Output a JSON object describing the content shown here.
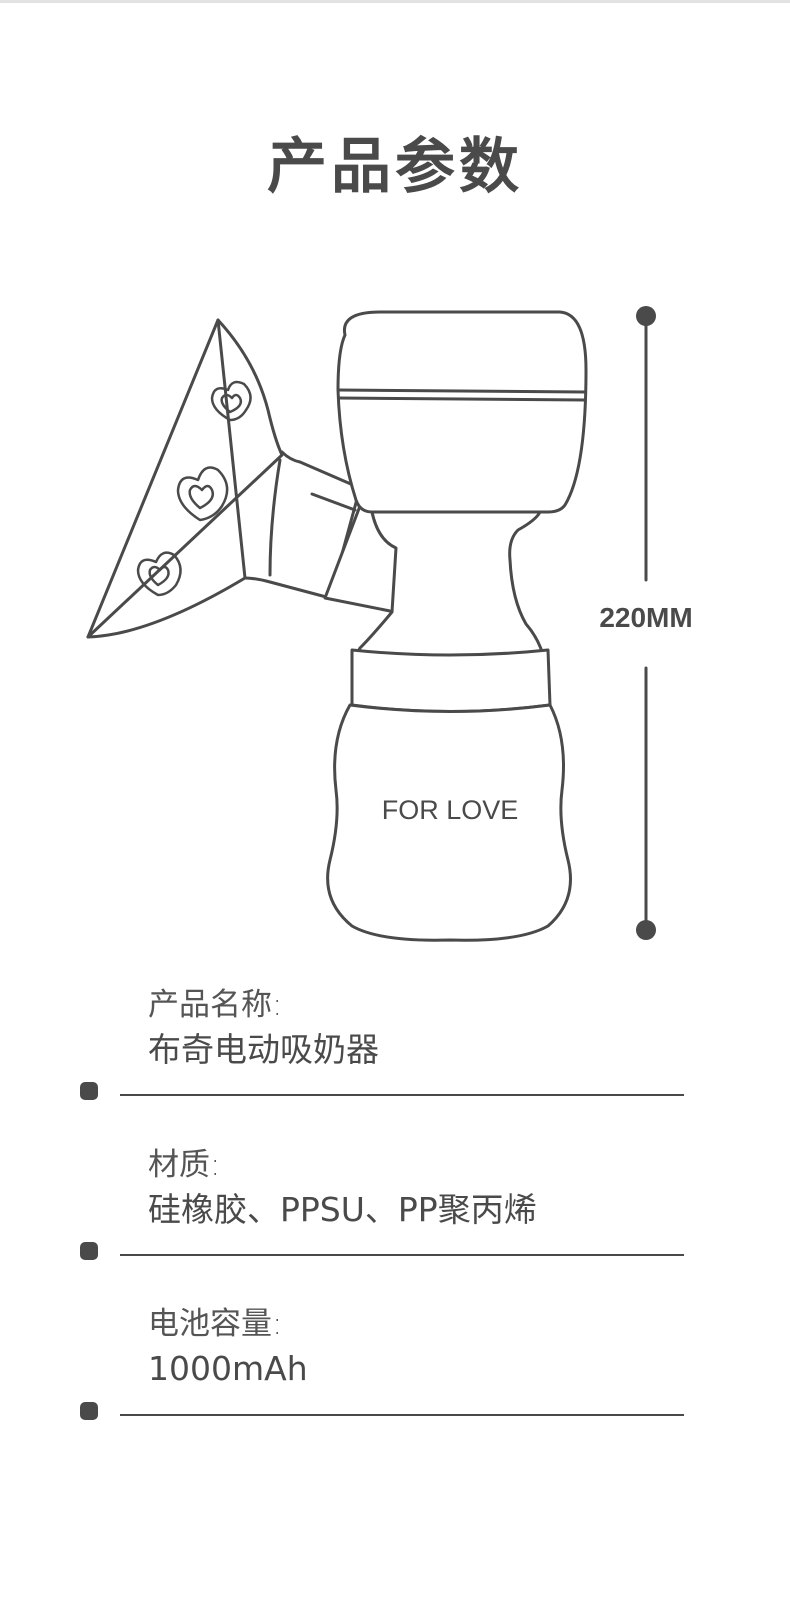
{
  "page": {
    "title": "产品参数"
  },
  "illustration": {
    "dimension_label": "220MM",
    "brand_text": "FOR LOVE"
  },
  "specs": [
    {
      "label": "产品名称:",
      "value": "布奇电动吸奶器"
    },
    {
      "label": "材质:",
      "value": "硅橡胶、PPSU、PP聚丙烯"
    },
    {
      "label": "电池容量:",
      "value": "1000mAh"
    }
  ],
  "colors": {
    "ink": "#4a4a4a",
    "background": "#ffffff"
  }
}
